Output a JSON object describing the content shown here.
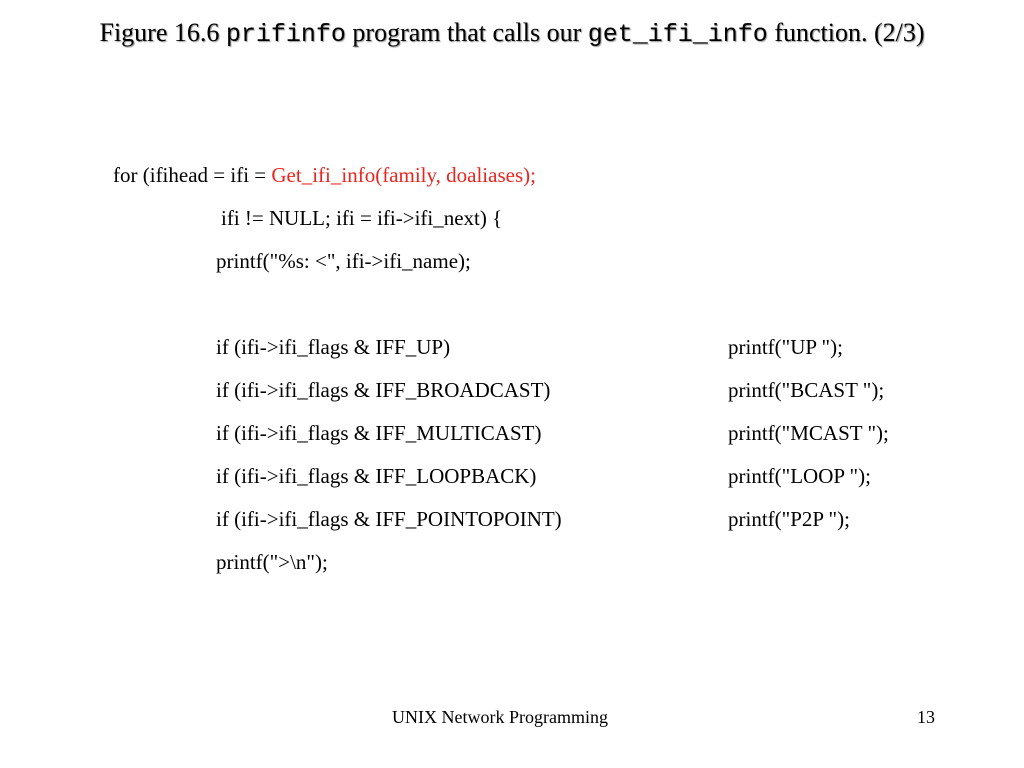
{
  "title": {
    "prefix": "Figure 16.6 ",
    "program": "prifinfo",
    "middle": " program that calls our ",
    "function": "get_ifi_info",
    "suffix": " function. (2/3)"
  },
  "code": {
    "for_prefix": "for (ifihead = ifi = ",
    "for_call": "Get_ifi_info(family, doaliases);",
    "loop_cond": "ifi != NULL; ifi = ifi->ifi_next) {",
    "print_name": "printf(\"%s: <\", ifi->ifi_name);",
    "flags": [
      {
        "test": "if (ifi->ifi_flags & IFF_UP)",
        "action": "printf(\"UP \");"
      },
      {
        "test": "if (ifi->ifi_flags & IFF_BROADCAST)",
        "action": "printf(\"BCAST \");"
      },
      {
        "test": "if (ifi->ifi_flags & IFF_MULTICAST)",
        "action": "printf(\"MCAST \");"
      },
      {
        "test": "if (ifi->ifi_flags & IFF_LOOPBACK)",
        "action": "printf(\"LOOP \");"
      },
      {
        "test": "if (ifi->ifi_flags & IFF_POINTOPOINT)",
        "action": "printf(\"P2P \");"
      }
    ],
    "print_end": "printf(\">\\n\");"
  },
  "footer": {
    "course": "UNIX Network Programming",
    "page": "13"
  },
  "colors": {
    "accent": "#e8251f"
  }
}
